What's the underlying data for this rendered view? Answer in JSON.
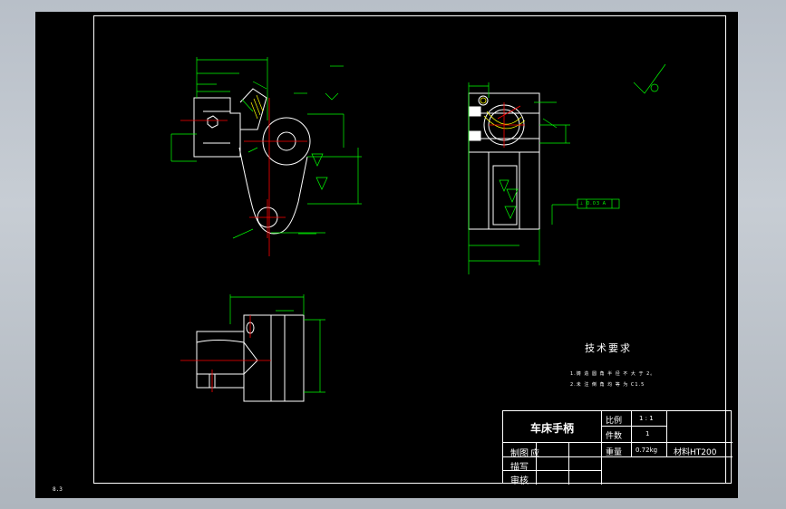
{
  "drawing": {
    "corner_label": "8.3",
    "technical_requirements": {
      "title": "技术要求",
      "notes": [
        "1.铸 造 圆 角 半 径 不 大 于 2。",
        "2.未 注 倒 角 均 等 为 C1.5"
      ]
    },
    "title_block": {
      "part_name": "车床手柄",
      "scale_label": "比例",
      "scale_value": "1 : 1",
      "count_label": "件数",
      "count_value": "1",
      "designer_label": "制图",
      "designer_name": "应",
      "weight_label": "重量",
      "weight_value": "0.72kg",
      "material_label": "材料HT200",
      "drafter_label": "描写",
      "reviewer_label": "审核"
    },
    "annotations": {
      "feature_control": "⊥ 0.03 A",
      "datum": "A"
    },
    "colors": {
      "background": "#000000",
      "outline": "#ffffff",
      "dimension": "#00ff00",
      "centerline": "#ff0000",
      "hidden": "#ffff00",
      "surround": "#bfc5cc"
    }
  }
}
